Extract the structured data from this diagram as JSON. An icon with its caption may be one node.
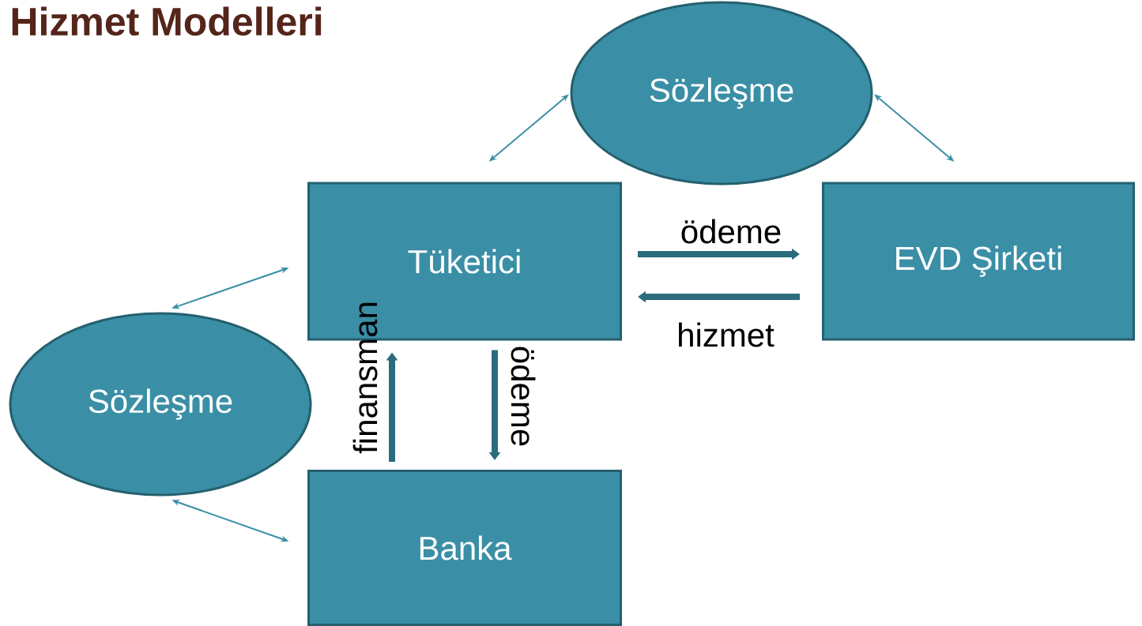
{
  "diagram": {
    "title": "Hizmet Modelleri",
    "nodes": [
      {
        "text": [
          "Sözleşme"
        ]
      },
      {
        "text": [
          "Tüketici"
        ]
      },
      {
        "text": [
          "EVD Şirketi"
        ]
      },
      {
        "text": [
          "Sözleşme"
        ]
      },
      {
        "text": [
          "Banka"
        ]
      }
    ],
    "edges": [
      {
        "from": 0,
        "to": 1,
        "arrow": "both"
      },
      {
        "from": 0,
        "to": 2,
        "arrow": "both"
      },
      {
        "from": 3,
        "to": 1,
        "arrow": "both"
      },
      {
        "from": 3,
        "to": 4,
        "arrow": "both"
      },
      {
        "from": 1,
        "to": 2,
        "arrow": "to",
        "label": "ödeme",
        "style": "thick",
        "color": "#2a6b7c"
      },
      {
        "from": 2,
        "to": 1,
        "arrow": "to",
        "label": "hizmet",
        "style": "thick",
        "color": "#2a6b7c"
      },
      {
        "from": 4,
        "to": 1,
        "arrow": "to",
        "label": "finansman",
        "style": "thick",
        "color": "#2a6b7c"
      },
      {
        "from": 1,
        "to": 4,
        "arrow": "to",
        "label": "ödeme",
        "style": "thick",
        "color": "#2a6b7c"
      }
    ]
  }
}
